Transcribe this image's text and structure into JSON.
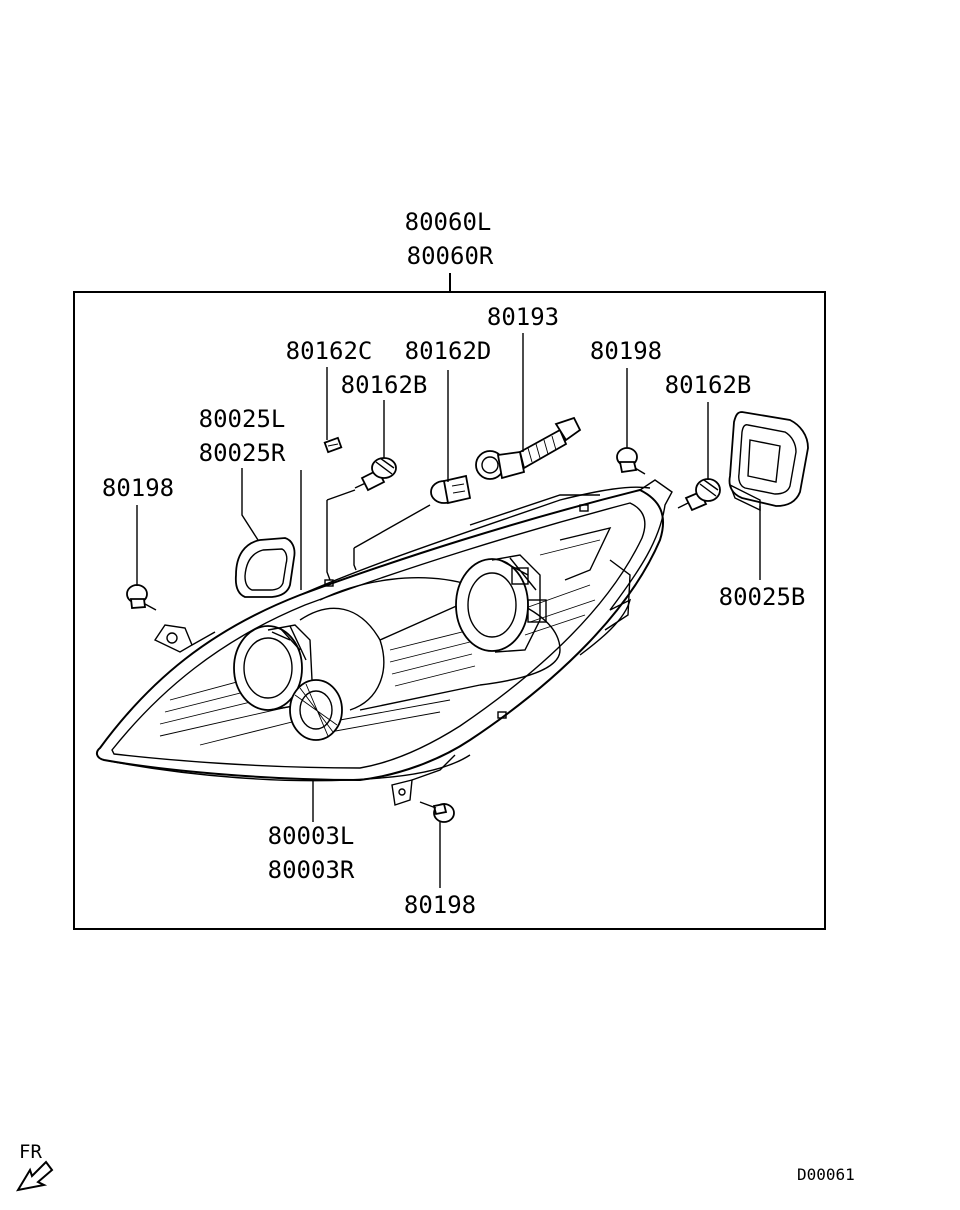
{
  "labels": {
    "assembly_l": "80060L",
    "assembly_r": "80060R",
    "harness": "80193",
    "bulb_c": "80162C",
    "bulb_d": "80162D",
    "bulb_b_left": "80162B",
    "screw_top": "80198",
    "bulb_b_right": "80162B",
    "cap_l": "80025L",
    "cap_r": "80025R",
    "screw_left": "80198",
    "cap_b": "80025B",
    "lens_l": "80003L",
    "lens_r": "80003R",
    "screw_bottom": "80198"
  },
  "direction": {
    "text": "FR"
  },
  "diagram_code": "D00061"
}
